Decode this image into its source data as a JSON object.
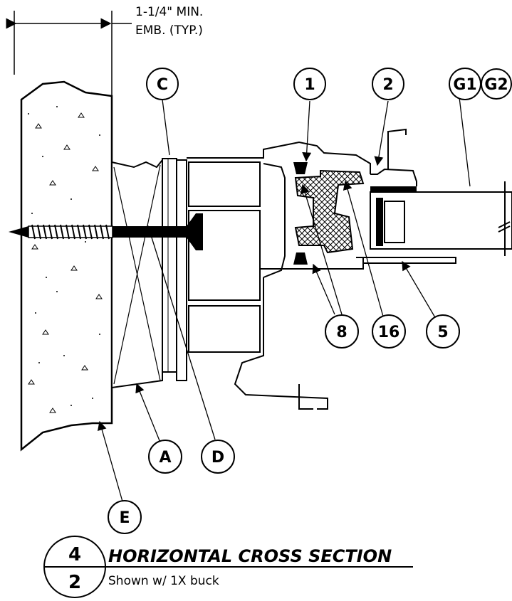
{
  "dimension_note": {
    "line1": "1-1/4\" MIN.",
    "line2": "EMB. (TYP.)"
  },
  "callouts": {
    "C": "C",
    "one": "1",
    "two": "2",
    "G1": "G1",
    "G2": "G2",
    "eight": "8",
    "sixteen": "16",
    "five": "5",
    "A": "A",
    "D": "D",
    "E": "E"
  },
  "section": {
    "detail_number": "4",
    "sheet_number": "2",
    "title": "HORIZONTAL CROSS SECTION",
    "subtitle": "Shown w/ 1X buck"
  }
}
